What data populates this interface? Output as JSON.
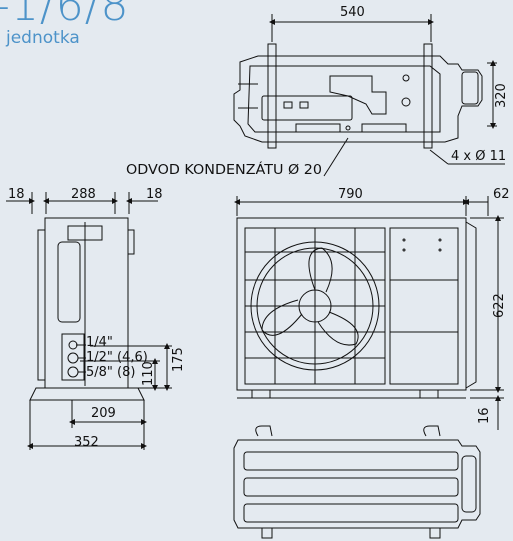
{
  "header": {
    "title": "-1/6/8",
    "subtitle": "jednotka"
  },
  "top_view": {
    "width": "540",
    "depth": "320",
    "holes": "4 x Ø 11",
    "drain_label": "ODVOD KONDENZÁTU Ø 20"
  },
  "side_view": {
    "left_margin": "18",
    "width": "288",
    "right_margin": "18",
    "pipe_1": "1/4\"",
    "pipe_2": "1/2\" (4,6)",
    "pipe_3": "5/8\" (8)",
    "height_110": "110",
    "height_175": "175",
    "base_209": "209",
    "base_352": "352"
  },
  "front_view": {
    "width": "790",
    "right_extra": "62",
    "height": "622",
    "foot": "16"
  },
  "colors": {
    "accent": "#4d93c9",
    "background": "#e4eaf0",
    "line": "#111111"
  }
}
